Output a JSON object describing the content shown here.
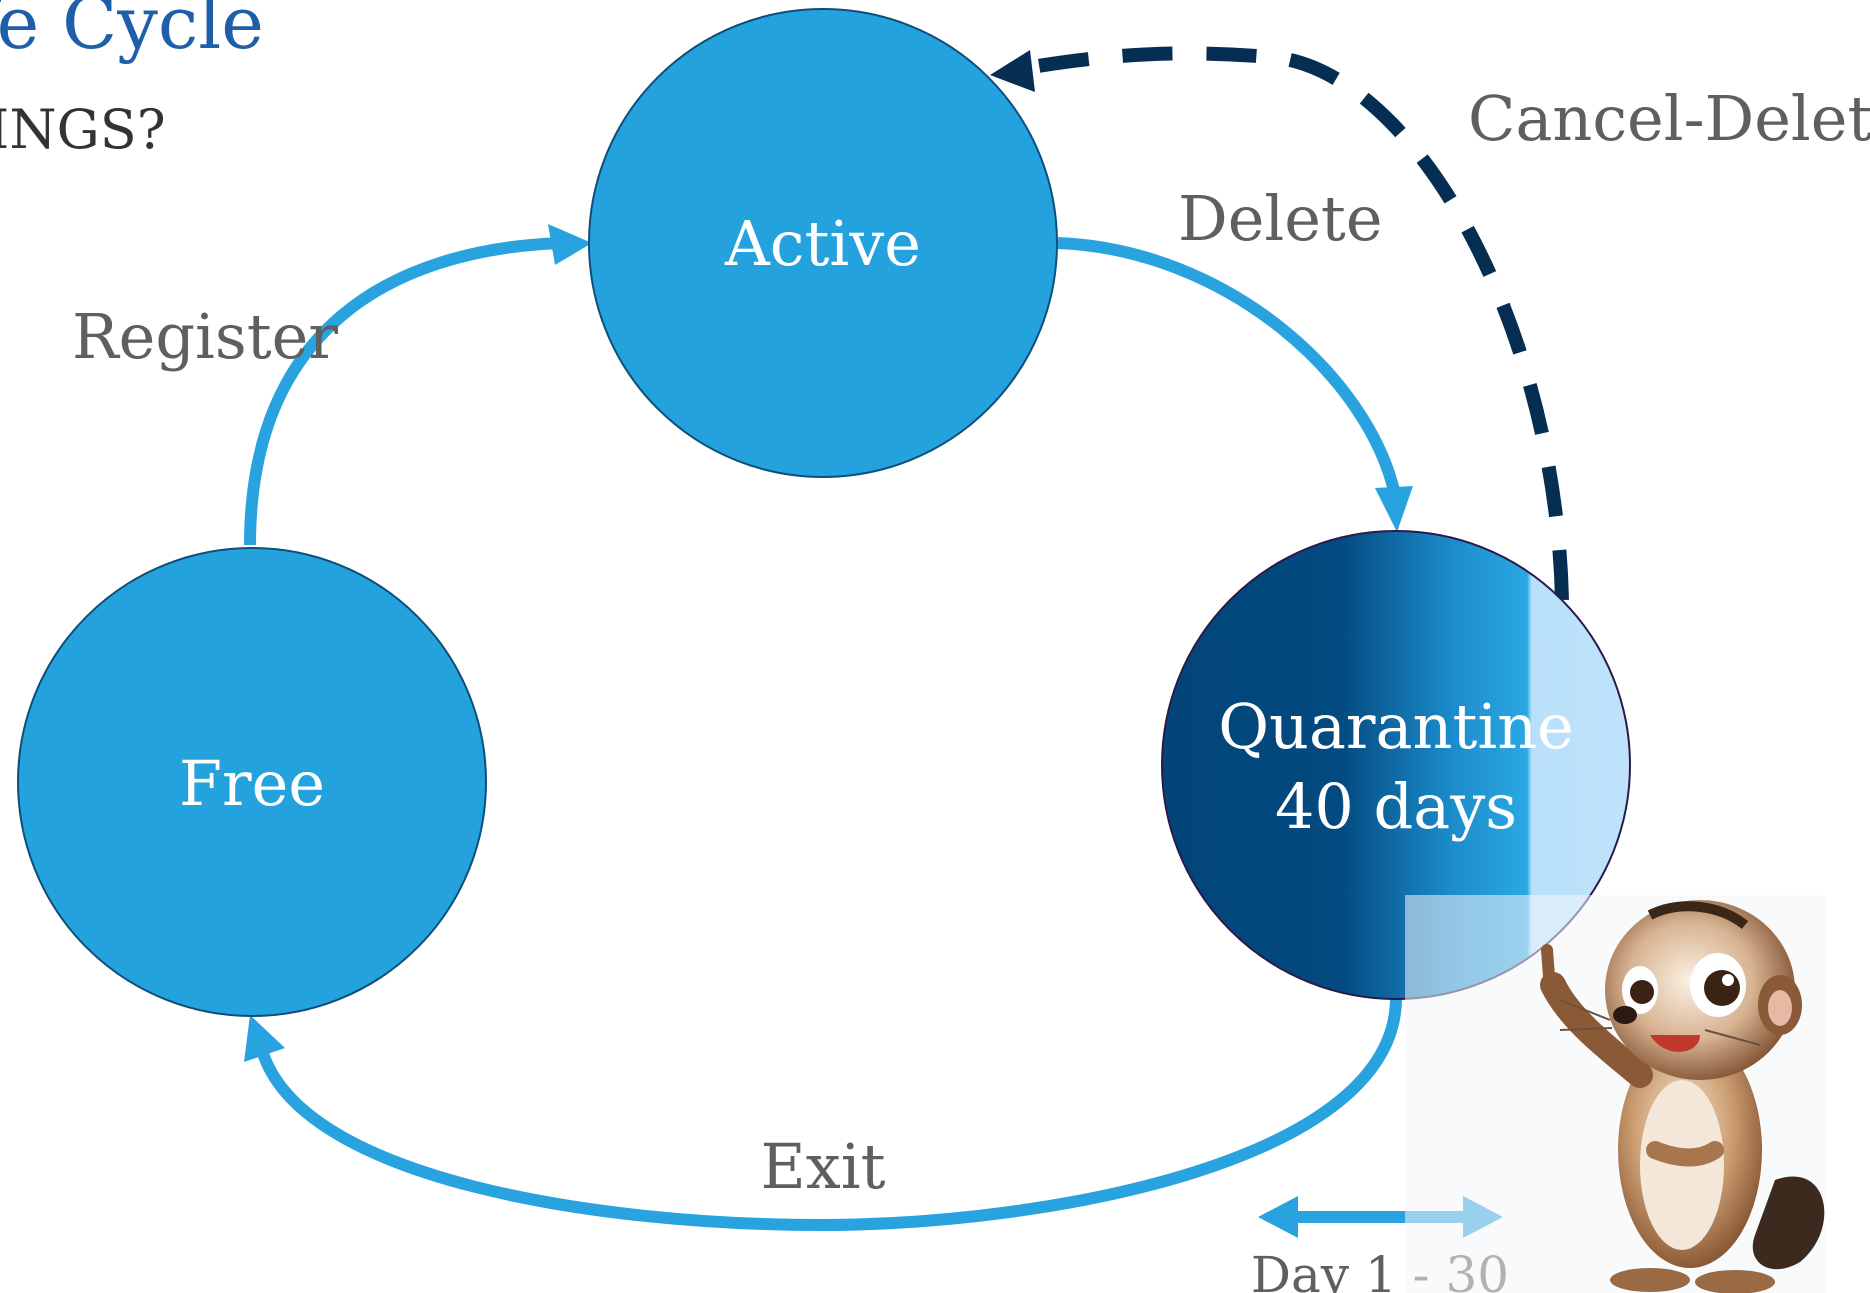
{
  "slide": {
    "title_fragment": "fe Cycle",
    "subtitle_fragment": "INGS?"
  },
  "states": {
    "active": "Active",
    "free": "Free",
    "quarantine_line1": "Quarantine",
    "quarantine_line2": "40 days"
  },
  "transitions": {
    "register": "Register",
    "delete": "Delete",
    "cancel_delete": "Cancel-Delete",
    "exit": "Exit"
  },
  "duration": {
    "label": "Day 1 - 30"
  },
  "colors": {
    "state_fill": "#24A2DD",
    "arrow": "#29A3DF",
    "dashed_arrow": "#062E52",
    "quarantine_dark": "#034A80",
    "quarantine_light": "#B9E0FA",
    "title": "#1F5EA8"
  },
  "mascot": "chipmunk-mascot-pointing"
}
